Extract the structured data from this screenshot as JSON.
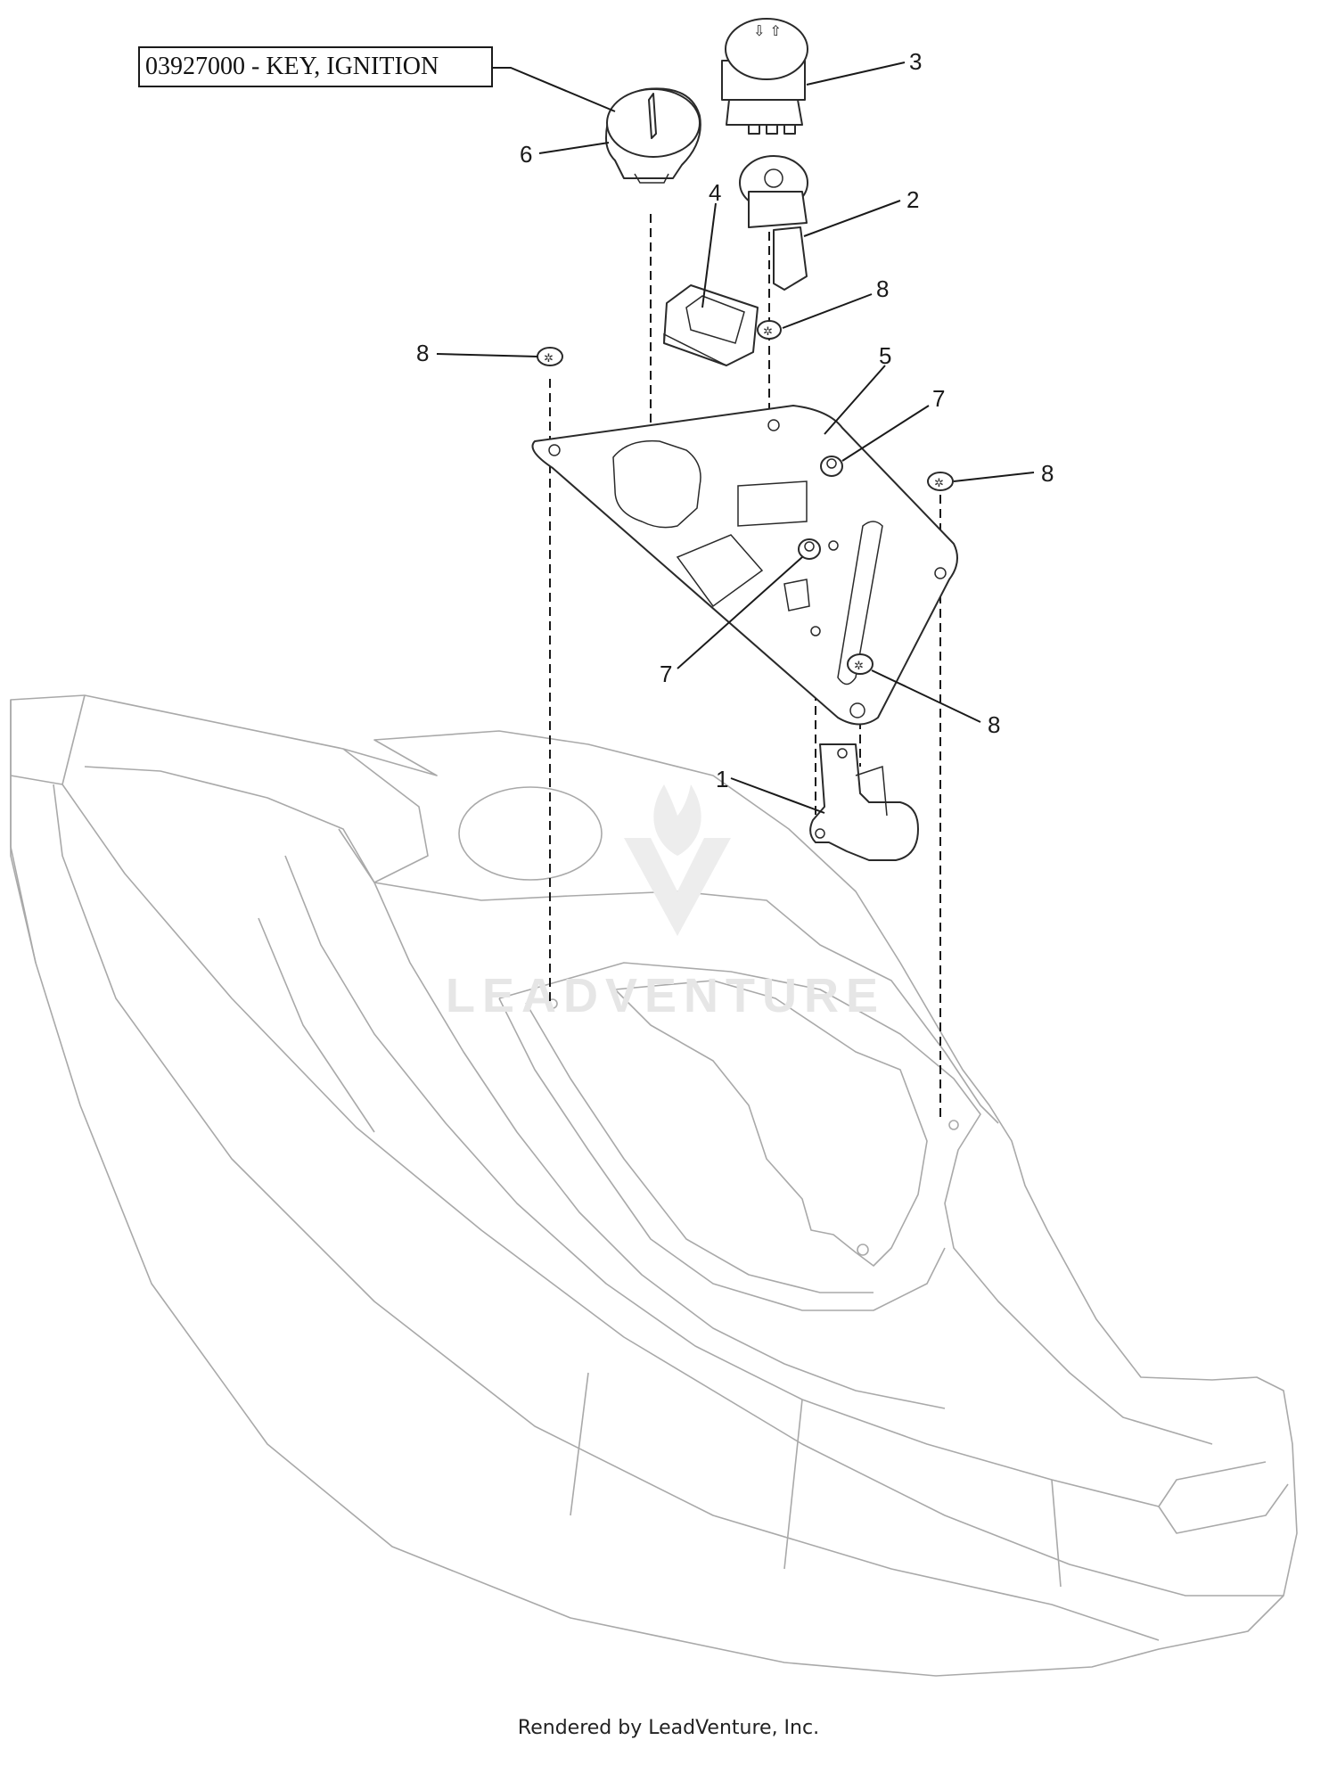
{
  "part_label": "03927000 - KEY, IGNITION",
  "callouts": [
    "1",
    "2",
    "3",
    "4",
    "5",
    "6",
    "7",
    "7",
    "8",
    "8",
    "8",
    "8"
  ],
  "watermark": "LEADVENTURE",
  "footer": "Rendered by LeadVenture, Inc."
}
